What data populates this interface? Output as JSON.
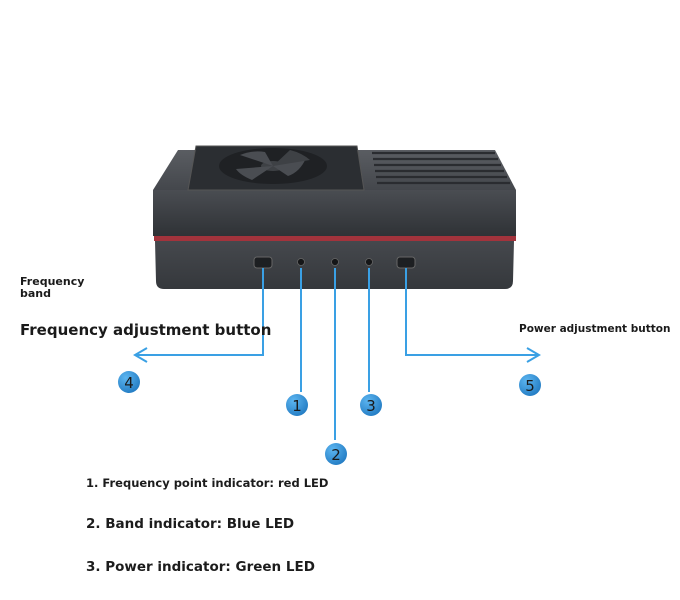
{
  "labels": {
    "frequency_band": "Frequency band",
    "frequency_adjustment_button": "Frequency adjustment button",
    "power_adjustment_button": "Power adjustment button"
  },
  "callouts": [
    "1",
    "2",
    "3",
    "4",
    "5"
  ],
  "legend": [
    "1. Frequency point indicator: red LED",
    "2. Band indicator: Blue LED",
    "3. Power indicator: Green LED"
  ],
  "colors": {
    "callout_blue": "#2d8fd6",
    "arrow_blue": "#3aa0e4",
    "device_body": "#3b3e43",
    "accent_stripe": "#a2333c"
  },
  "icons": [
    "fan-icon",
    "vent-grille-icon"
  ]
}
